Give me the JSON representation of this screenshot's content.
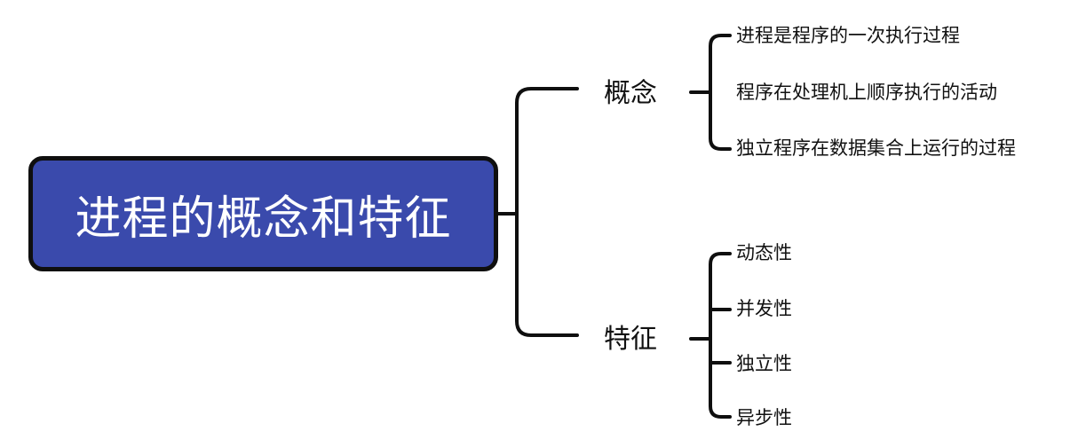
{
  "root": {
    "label": "进程的概念和特征"
  },
  "branches": [
    {
      "label": "概念",
      "children": [
        {
          "label": "进程是程序的一次执行过程"
        },
        {
          "label": "程序在处理机上顺序执行的活动"
        },
        {
          "label": "独立程序在数据集合上运行的过程"
        }
      ]
    },
    {
      "label": "特征",
      "children": [
        {
          "label": "动态性"
        },
        {
          "label": "并发性"
        },
        {
          "label": "独立性"
        },
        {
          "label": "异步性"
        }
      ]
    }
  ],
  "colors": {
    "root_fill": "#3a4aac",
    "root_border": "#0f0f0f",
    "line": "#0f0f0f",
    "text": "#111111"
  }
}
